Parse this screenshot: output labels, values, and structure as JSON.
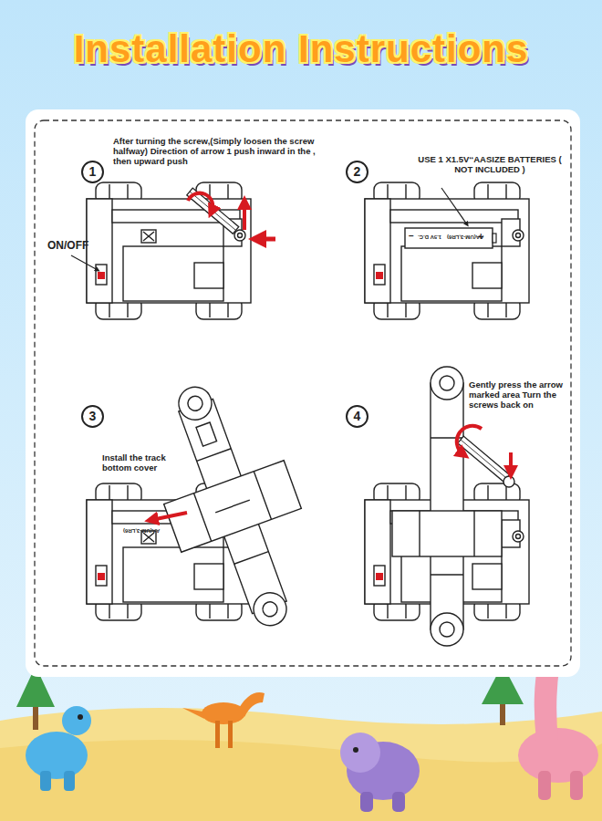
{
  "diagram": {
    "title": "Installation Instructions",
    "nodes": [
      {
        "text": [
          "1"
        ]
      },
      {
        "text": [
          "2"
        ]
      },
      {
        "text": [
          "3"
        ]
      },
      {
        "text": [
          "4"
        ]
      }
    ],
    "labels": [
      "After turning the screw,(Simply loosen the screw halfway) Direction of arrow 1 push inward in the , then upward push",
      "ON/OFF",
      "USE 1 X1.5V‘‘AASIZE BATTERIES ( NOT INCLUDED )",
      "−",
      "1.5V D.C.",
      "AA(UM-3,LR6)",
      "+",
      "Install the track bottom cover",
      "AA(UM-3,LR6)",
      "Gently press the arrow marked area Turn the screws back on"
    ]
  }
}
